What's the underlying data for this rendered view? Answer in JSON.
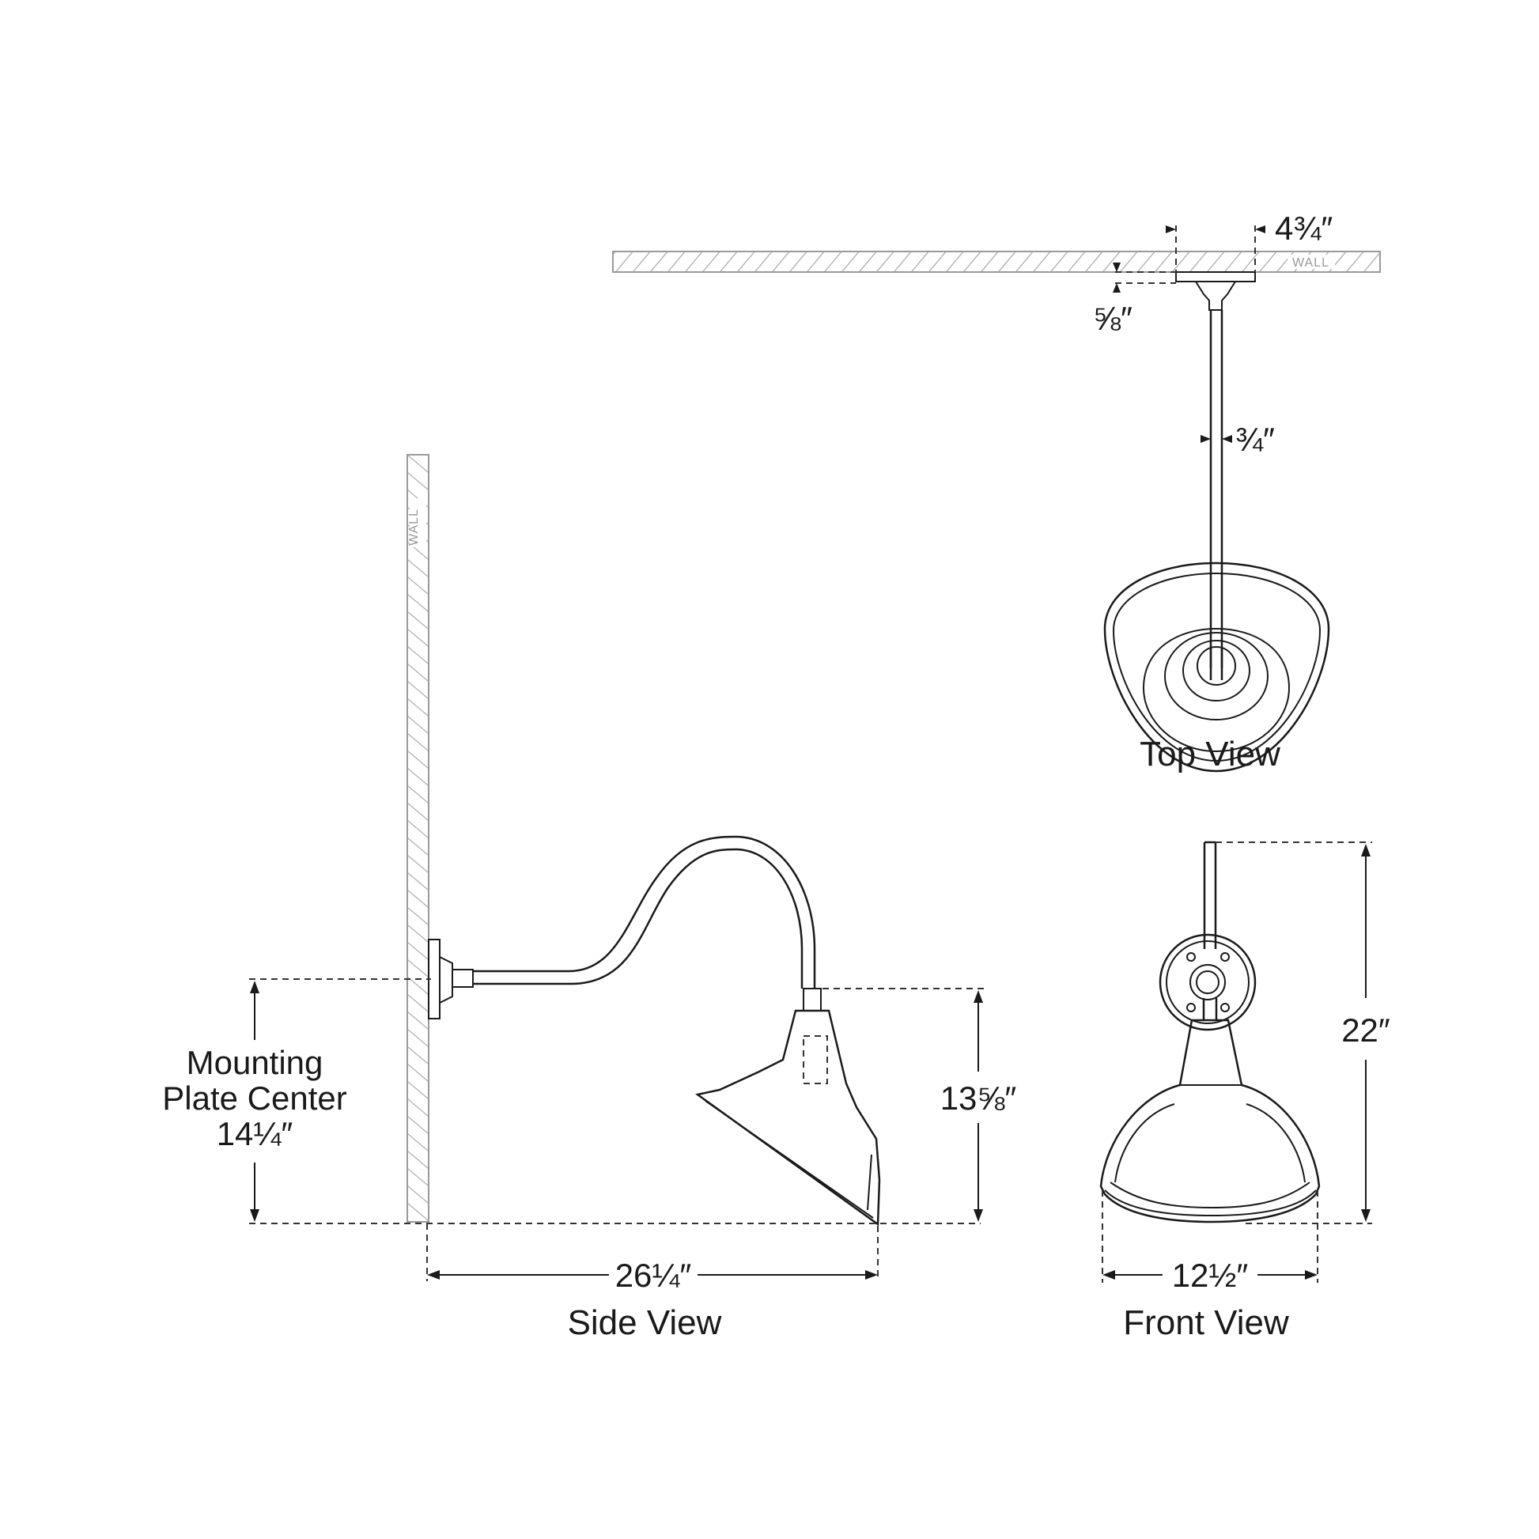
{
  "wall_label": "WALL",
  "top_view": {
    "label": "Top View",
    "plate_width": "4¾″",
    "plate_depth": "⅝″",
    "arm_diameter": "¾″"
  },
  "side_view": {
    "label": "Side View",
    "extension": "26¼″",
    "height": "13⅝″",
    "mounting_label_line1": "Mounting",
    "mounting_label_line2": "Plate Center",
    "mounting_value": "14¼″"
  },
  "front_view": {
    "label": "Front View",
    "width": "12½″",
    "overall_height": "22″"
  }
}
